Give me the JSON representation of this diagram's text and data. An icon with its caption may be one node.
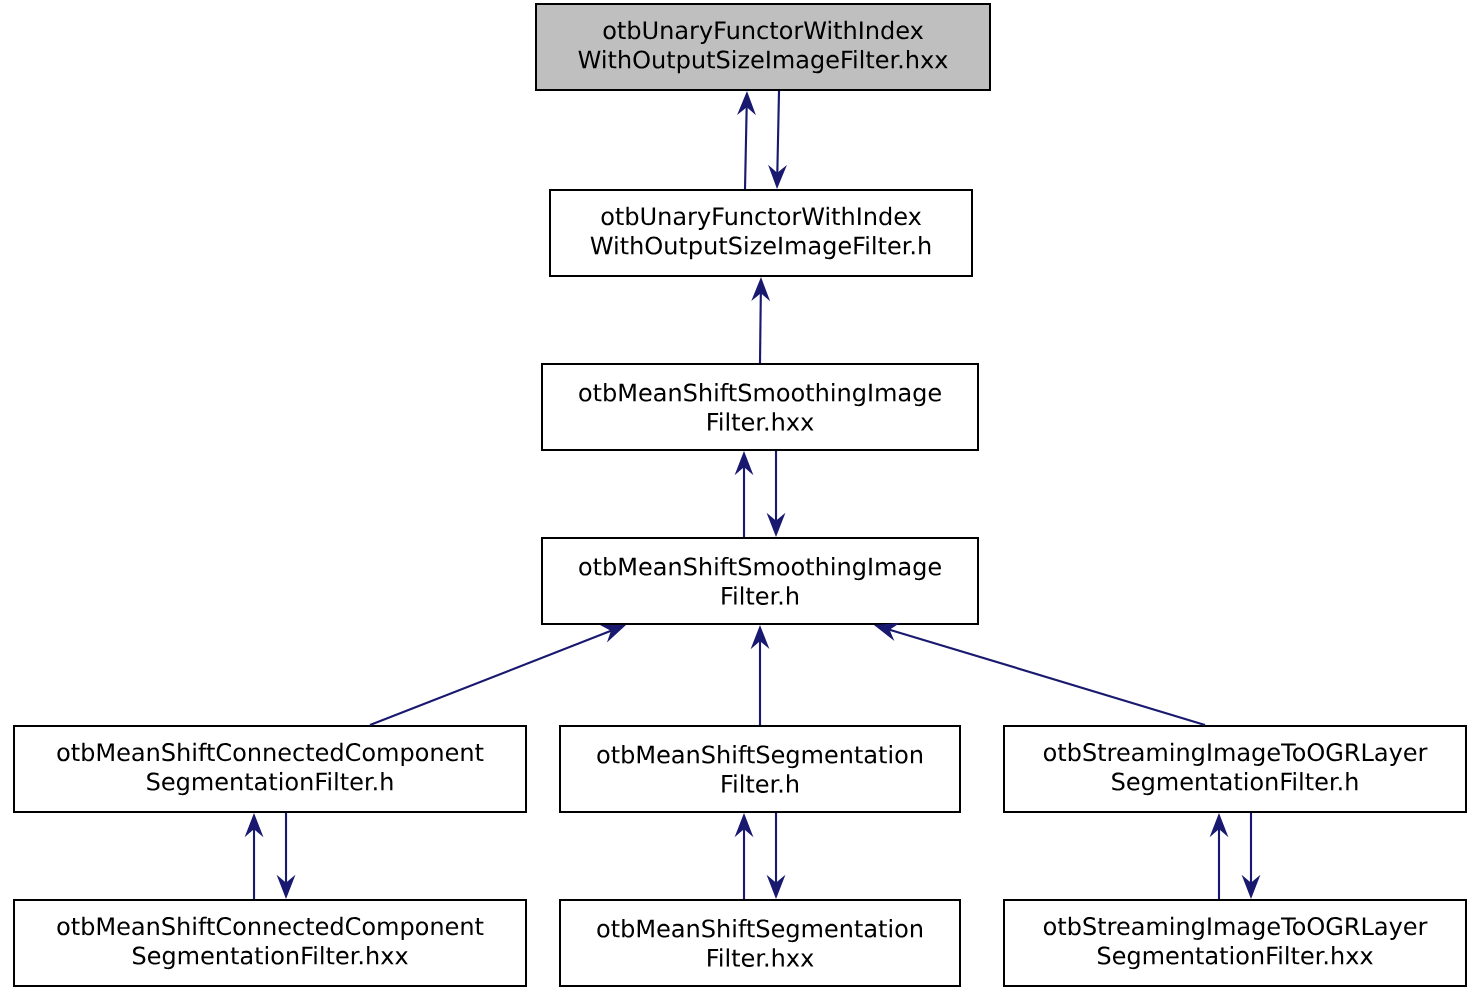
{
  "diagram": {
    "nodes": [
      {
        "text": [
          "otbUnaryFunctorWithIndex WithOutputSizeImageFilter.hxx"
        ]
      },
      {
        "text": [
          "otbUnaryFunctorWithIndex WithOutputSizeImageFilter.h"
        ]
      },
      {
        "text": [
          "otbMeanShiftSmoothingImage Filter.hxx"
        ]
      },
      {
        "text": [
          "otbMeanShiftSmoothingImage Filter.h"
        ]
      },
      {
        "text": [
          "otbMeanShiftConnectedComponent SegmentationFilter.h"
        ]
      },
      {
        "text": [
          "otbMeanShiftSegmentation Filter.h"
        ]
      },
      {
        "text": [
          "otbStreamingImageToOGRLayer SegmentationFilter.h"
        ]
      },
      {
        "text": [
          "otbMeanShiftConnectedComponent SegmentationFilter.hxx"
        ]
      },
      {
        "text": [
          "otbMeanShiftSegmentation Filter.hxx"
        ]
      },
      {
        "text": [
          "otbStreamingImageToOGRLayer SegmentationFilter.hxx"
        ]
      }
    ],
    "edges": [
      {
        "from": 1,
        "to": 0,
        "arrow": "to"
      },
      {
        "from": 0,
        "to": 1,
        "arrow": "to"
      },
      {
        "from": 2,
        "to": 1,
        "arrow": "to"
      },
      {
        "from": 3,
        "to": 2,
        "arrow": "to"
      },
      {
        "from": 2,
        "to": 3,
        "arrow": "to"
      },
      {
        "from": 4,
        "to": 3,
        "arrow": "to"
      },
      {
        "from": 5,
        "to": 3,
        "arrow": "to"
      },
      {
        "from": 6,
        "to": 3,
        "arrow": "to"
      },
      {
        "from": 7,
        "to": 4,
        "arrow": "to"
      },
      {
        "from": 4,
        "to": 7,
        "arrow": "to"
      },
      {
        "from": 8,
        "to": 5,
        "arrow": "to"
      },
      {
        "from": 5,
        "to": 8,
        "arrow": "to"
      },
      {
        "from": 9,
        "to": 6,
        "arrow": "to"
      },
      {
        "from": 6,
        "to": 9,
        "arrow": "to"
      }
    ]
  }
}
